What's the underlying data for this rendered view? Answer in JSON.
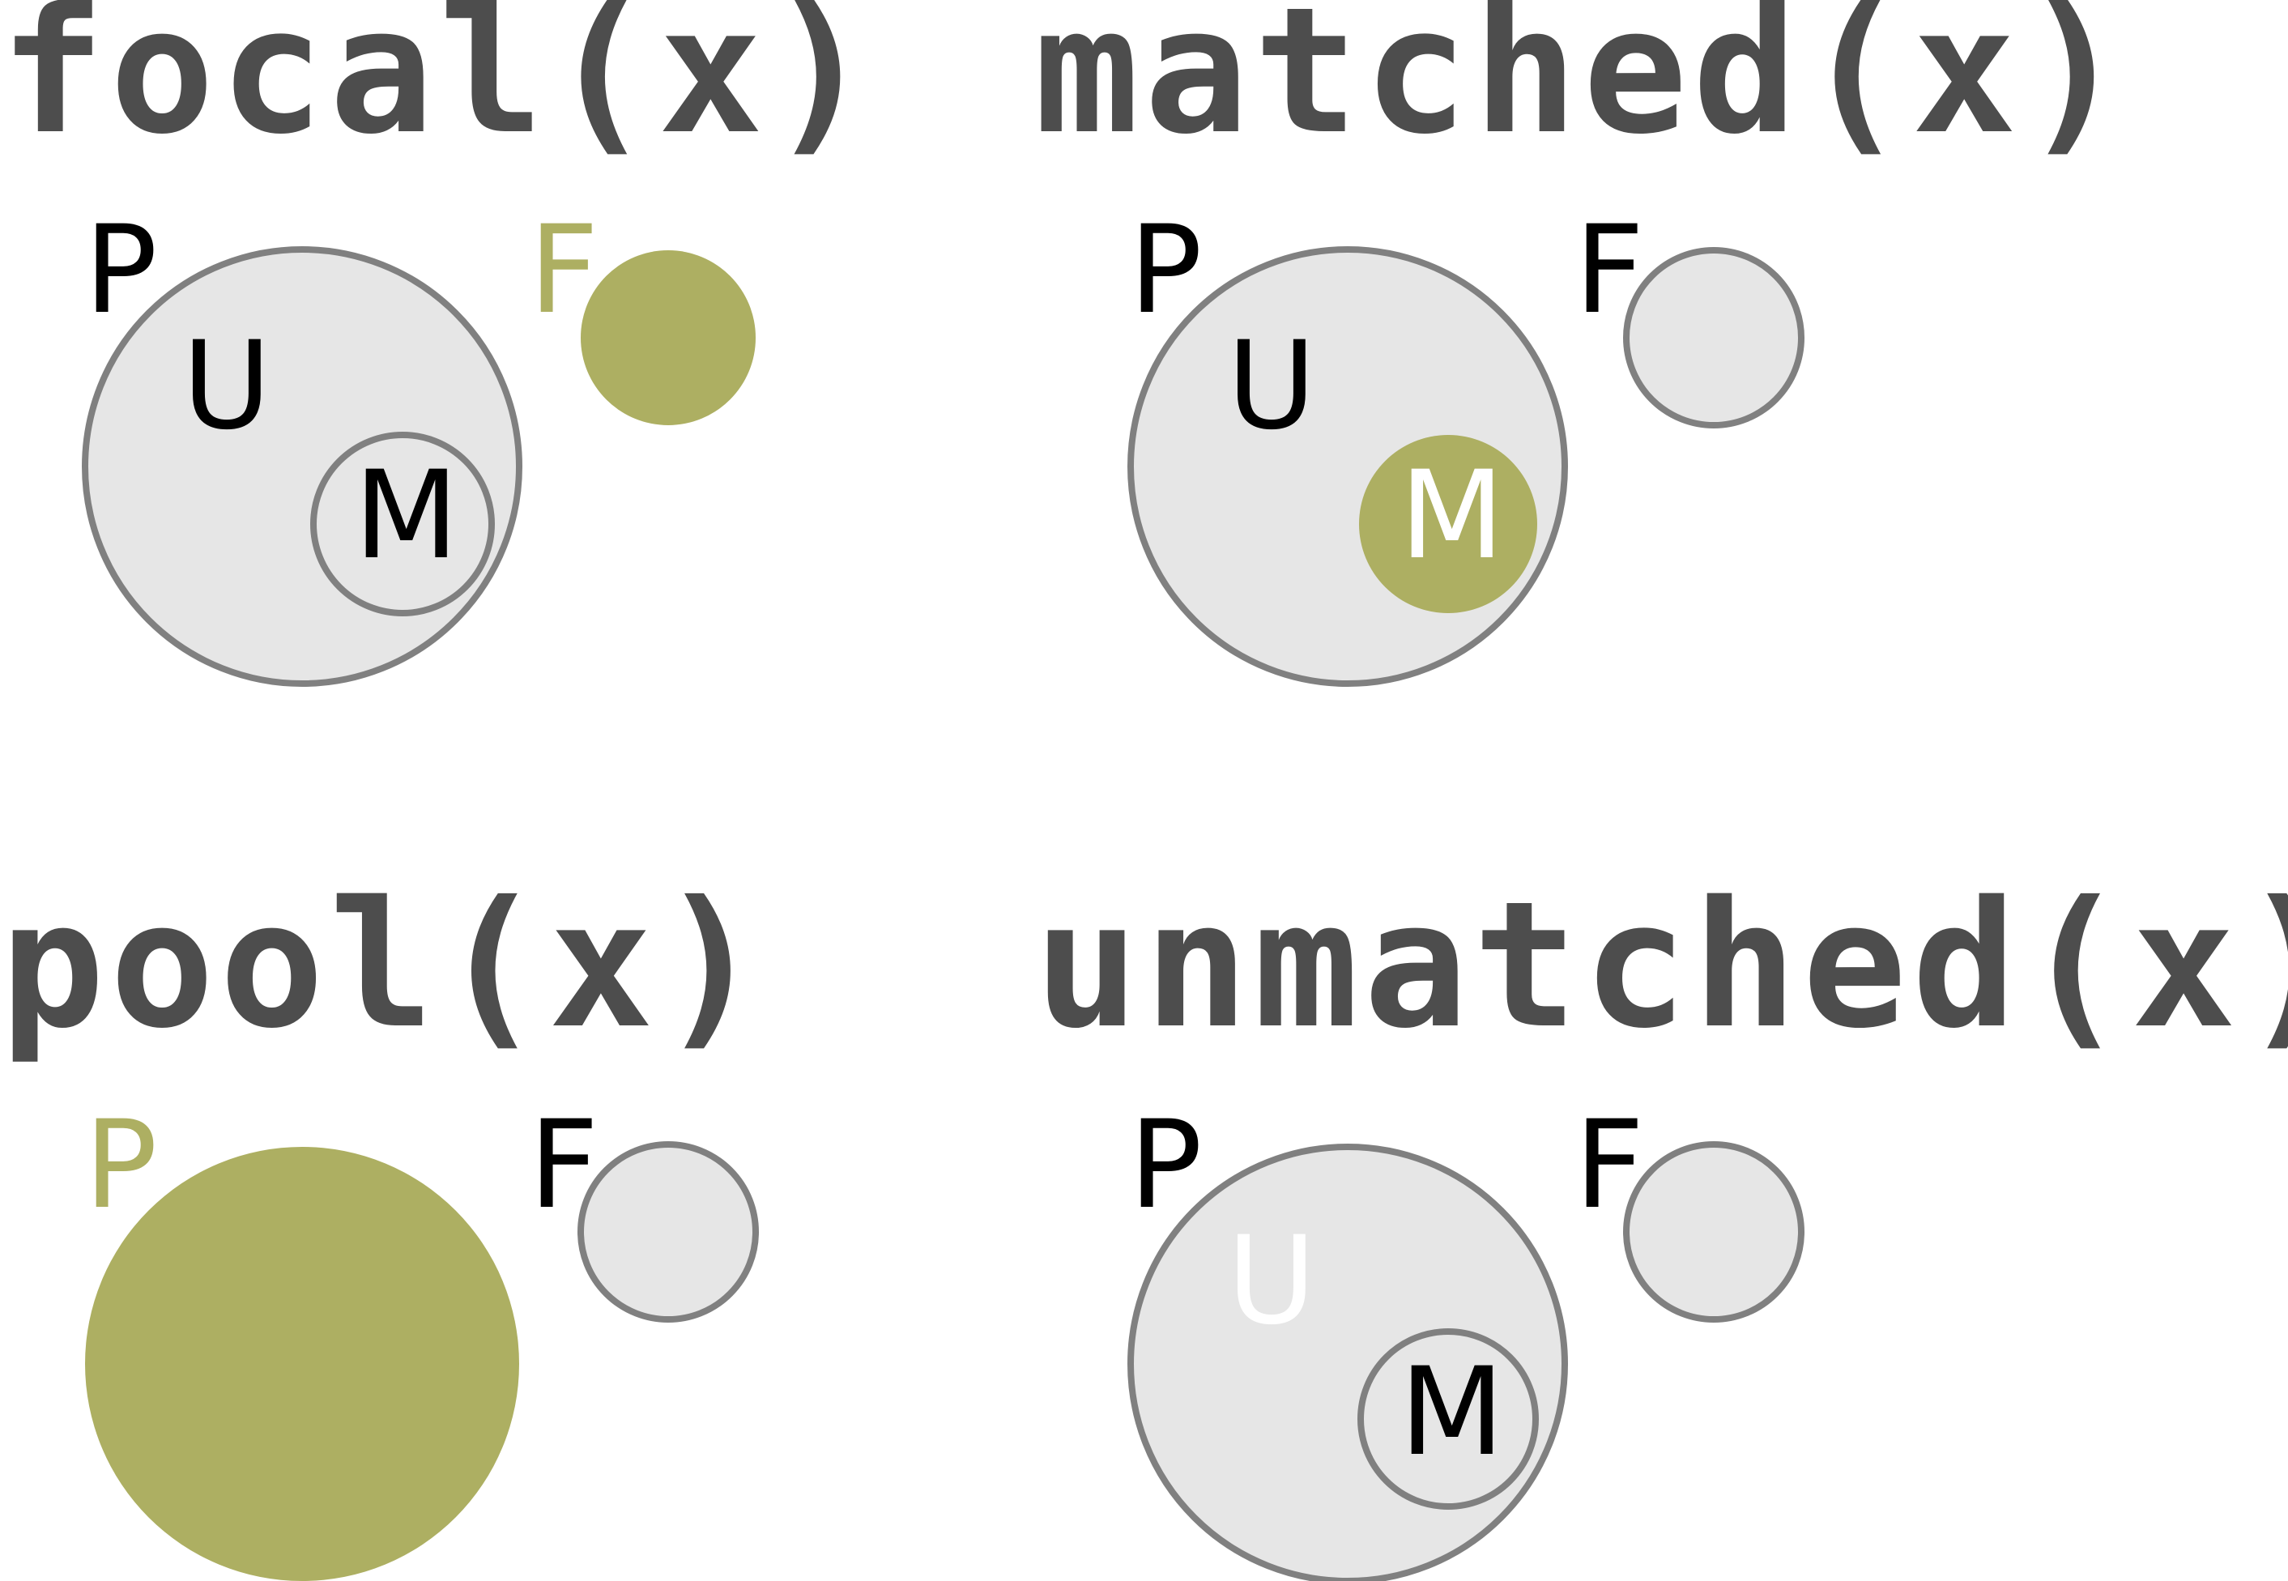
{
  "colors": {
    "highlight": "#adaf62",
    "set_fill": "#e6e6e6",
    "set_stroke": "#808080",
    "title": "#4d4d4d",
    "label_default": "#000000",
    "label_on_highlight": "#ffffff"
  },
  "panels": [
    {
      "title": "focal(x)",
      "highlighted": [
        "F"
      ],
      "labels": {
        "P": "P",
        "F": "F",
        "U": "U",
        "M": "M"
      }
    },
    {
      "title": "matched(x)",
      "highlighted": [
        "M"
      ],
      "labels": {
        "P": "P",
        "F": "F",
        "U": "U",
        "M": "M"
      }
    },
    {
      "title": "pool(x)",
      "highlighted": [
        "P"
      ],
      "labels": {
        "P": "P",
        "F": "F"
      }
    },
    {
      "title": "unmatched(x)",
      "highlighted": [
        "U"
      ],
      "labels": {
        "P": "P",
        "F": "F",
        "U": "U",
        "M": "M"
      }
    }
  ]
}
